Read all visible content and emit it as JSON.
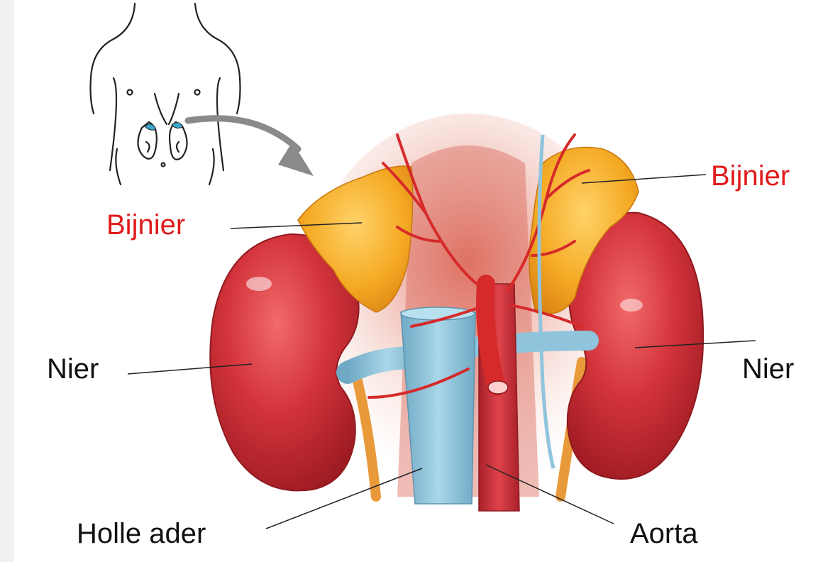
{
  "labels": {
    "adrenal_left": "Bijnier",
    "adrenal_right": "Bijnier",
    "kidney_left": "Nier",
    "kidney_right": "Nier",
    "vena_cava": "Holle ader",
    "aorta": "Aorta"
  },
  "colors": {
    "adrenal_label": "#e01b1b",
    "organ_label": "#111111",
    "kidney": "#c8232c",
    "adrenal_gland": "#f2a51f",
    "vein": "#8fc4dc",
    "artery": "#d62a2a",
    "ureter": "#e89a3a",
    "body_outline": "#222222",
    "arrow": "#8a8a8a"
  }
}
